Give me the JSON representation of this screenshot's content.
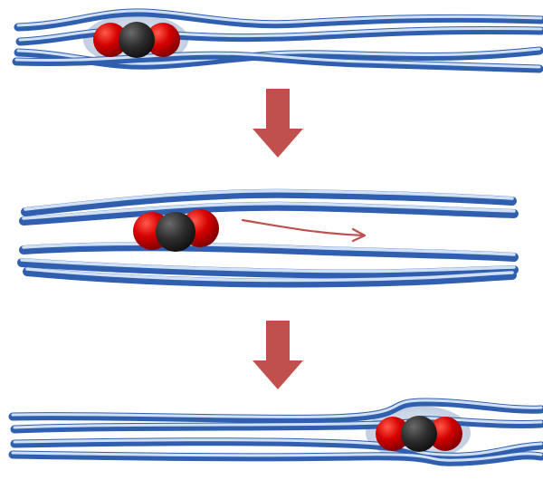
{
  "colors": {
    "strand_fill": "#5b8fd6",
    "strand_dark": "#2f5fae",
    "strand_light": "#cfe0f7",
    "arrow": "#c0504d",
    "oxygen": "#d40000",
    "carbon": "#2d2d2d",
    "bubble": "#9fb3cf"
  },
  "stages": [
    {
      "name": "molecule-trapped-left",
      "molecule_side": "left"
    },
    {
      "name": "molecule-moving-between-layers",
      "molecule_side": "center-left",
      "motion_arrow": true
    },
    {
      "name": "molecule-trapped-right",
      "molecule_side": "right"
    }
  ],
  "transitions": [
    {
      "name": "down-arrow-1"
    },
    {
      "name": "down-arrow-2"
    }
  ]
}
